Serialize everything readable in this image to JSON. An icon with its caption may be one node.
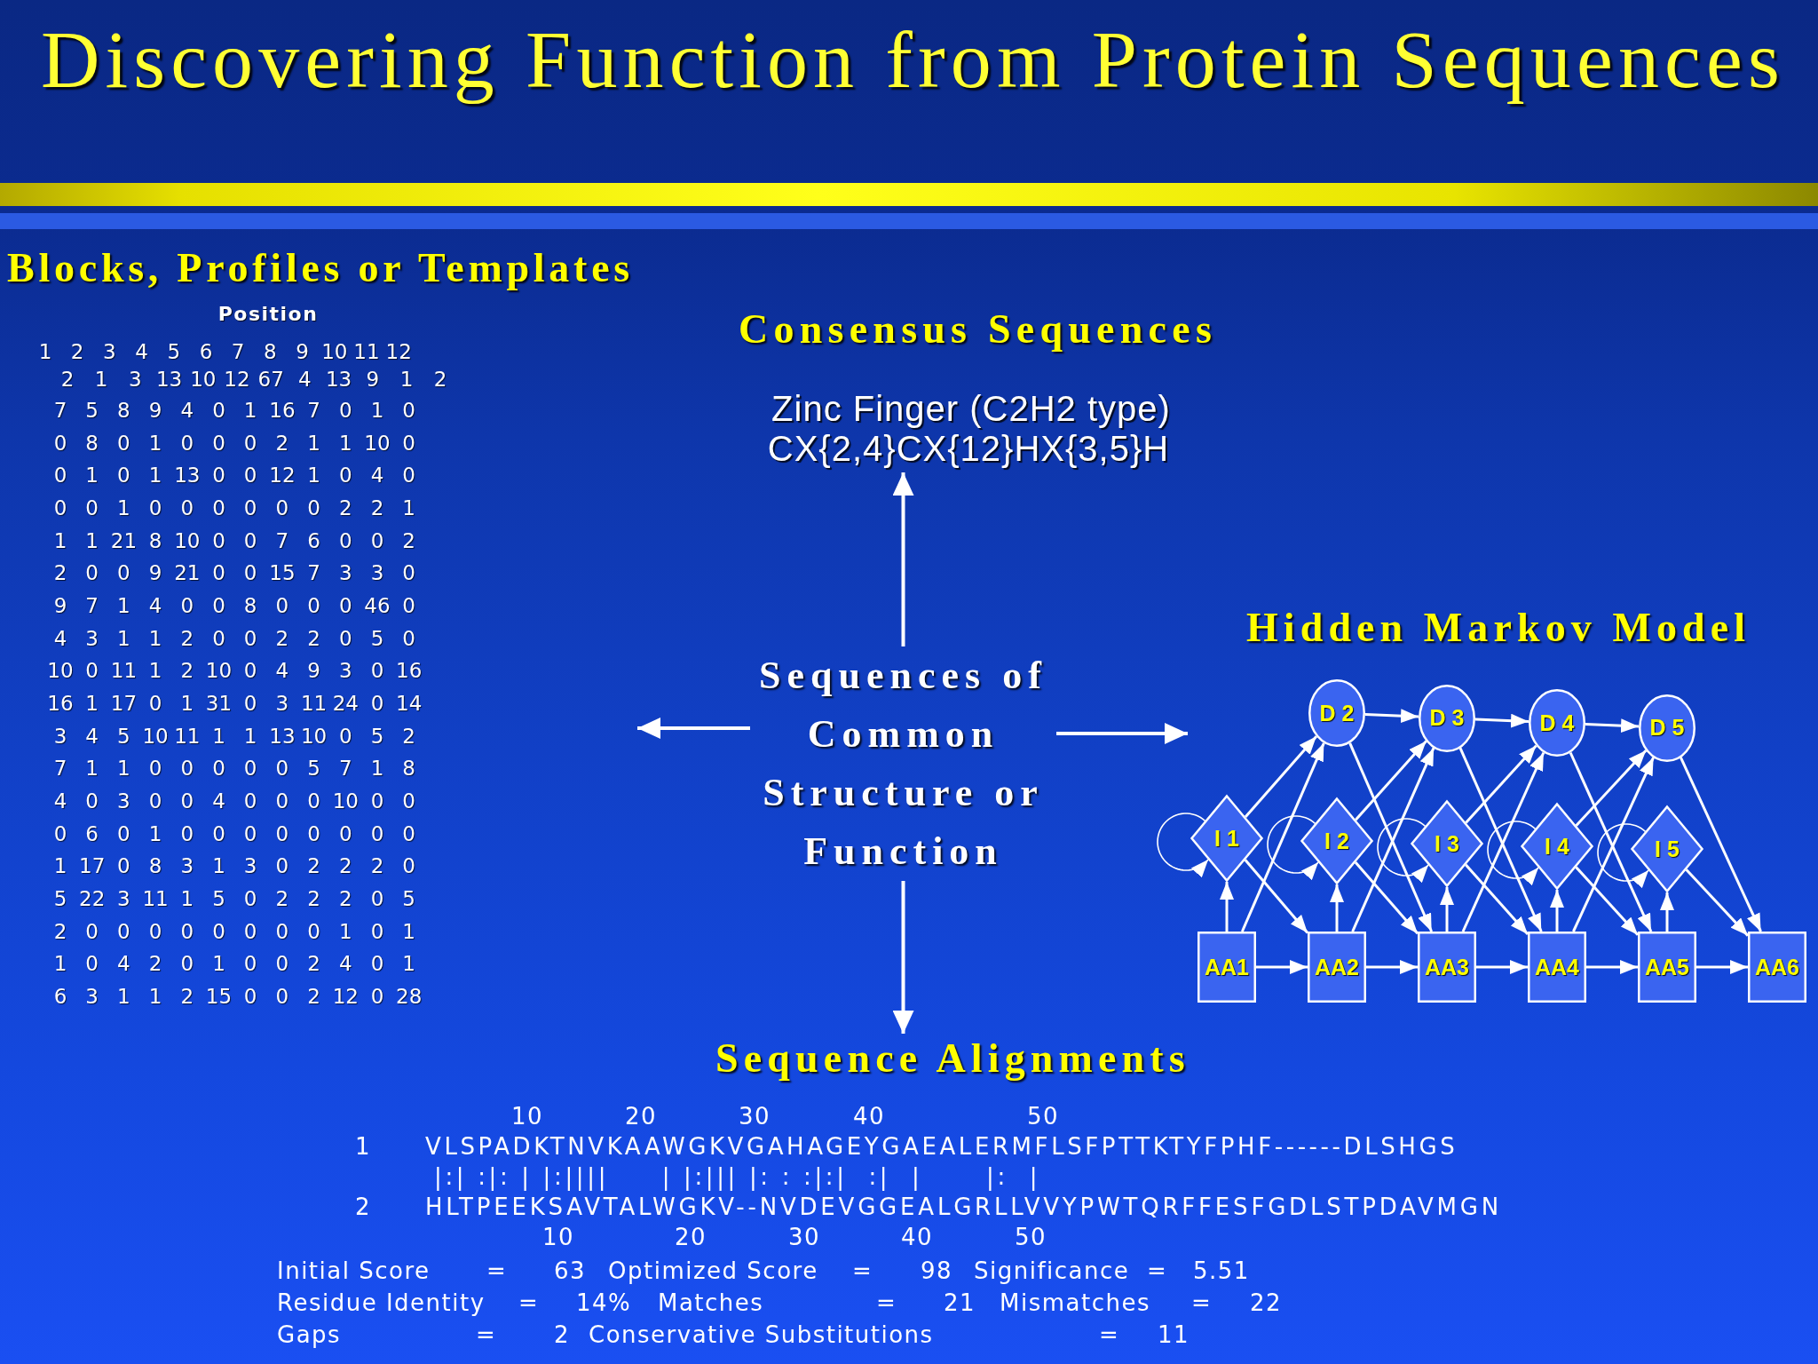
{
  "diagram": {
    "title": "Discovering Function from Protein Sequences",
    "nodes": [
      {
        "text": [
          "Blocks, Profiles or Templates",
          "Position",
          "1",
          "2",
          "3",
          "4",
          "5",
          "6",
          "7",
          "8",
          "9",
          "10",
          "11",
          "12",
          "2",
          "1",
          "3",
          "13",
          "10",
          "12",
          "67",
          "4",
          "13",
          "9",
          "1",
          "2",
          "7",
          "5",
          "8",
          "9",
          "4",
          "0",
          "1",
          "16",
          "7",
          "0",
          "1",
          "0",
          "0",
          "8",
          "0",
          "1",
          "0",
          "0",
          "0",
          "2",
          "1",
          "1",
          "10",
          "0",
          "0",
          "1",
          "0",
          "1",
          "13",
          "0",
          "0",
          "12",
          "1",
          "0",
          "4",
          "0",
          "0",
          "0",
          "1",
          "0",
          "0",
          "0",
          "0",
          "0",
          "0",
          "2",
          "2",
          "1",
          "1",
          "1",
          "21",
          "8",
          "10",
          "0",
          "0",
          "7",
          "6",
          "0",
          "0",
          "2",
          "2",
          "0",
          "0",
          "9",
          "21",
          "0",
          "0",
          "15",
          "7",
          "3",
          "3",
          "0",
          "9",
          "7",
          "1",
          "4",
          "0",
          "0",
          "8",
          "0",
          "0",
          "0",
          "46",
          "0",
          "4",
          "3",
          "1",
          "1",
          "2",
          "0",
          "0",
          "2",
          "2",
          "0",
          "5",
          "0",
          "10",
          "0",
          "11",
          "1",
          "2",
          "10",
          "0",
          "4",
          "9",
          "3",
          "0",
          "16",
          "16",
          "1",
          "17",
          "0",
          "1",
          "31",
          "0",
          "3",
          "11",
          "24",
          "0",
          "14",
          "3",
          "4",
          "5",
          "10",
          "11",
          "1",
          "1",
          "13",
          "10",
          "0",
          "5",
          "2",
          "7",
          "1",
          "1",
          "0",
          "0",
          "0",
          "0",
          "0",
          "5",
          "7",
          "1",
          "8",
          "4",
          "0",
          "3",
          "0",
          "0",
          "4",
          "0",
          "0",
          "0",
          "10",
          "0",
          "0",
          "0",
          "6",
          "0",
          "1",
          "0",
          "0",
          "0",
          "0",
          "0",
          "0",
          "0",
          "0",
          "1",
          "17",
          "0",
          "8",
          "3",
          "1",
          "3",
          "0",
          "2",
          "2",
          "2",
          "0",
          "5",
          "22",
          "3",
          "11",
          "1",
          "5",
          "0",
          "2",
          "2",
          "2",
          "0",
          "5",
          "2",
          "0",
          "0",
          "0",
          "0",
          "0",
          "0",
          "0",
          "0",
          "1",
          "0",
          "1",
          "1",
          "0",
          "4",
          "2",
          "0",
          "1",
          "0",
          "0",
          "2",
          "4",
          "0",
          "1",
          "6",
          "3",
          "1",
          "1",
          "2",
          "15",
          "0",
          "0",
          "2",
          "12",
          "0",
          "28"
        ]
      },
      {
        "text": [
          "Consensus Sequences",
          "Zinc Finger (C2H2 type)",
          "CX{2,4}CX{12}HX{3,5}H"
        ]
      },
      {
        "text": [
          "Sequences of Common Structure or Function"
        ]
      },
      {
        "text": [
          "Hidden Markov Model"
        ]
      },
      {
        "text": [
          "D 2"
        ],
        "in": 3
      },
      {
        "text": [
          "D 3"
        ],
        "in": 3
      },
      {
        "text": [
          "D 4"
        ],
        "in": 3
      },
      {
        "text": [
          "D 5"
        ],
        "in": 3
      },
      {
        "text": [
          "I 1"
        ],
        "in": 3
      },
      {
        "text": [
          "I 2"
        ],
        "in": 3
      },
      {
        "text": [
          "I 3"
        ],
        "in": 3
      },
      {
        "text": [
          "I 4"
        ],
        "in": 3
      },
      {
        "text": [
          "I 5"
        ],
        "in": 3
      },
      {
        "text": [
          "AA1"
        ],
        "in": 3
      },
      {
        "text": [
          "AA2"
        ],
        "in": 3
      },
      {
        "text": [
          "AA3"
        ],
        "in": 3
      },
      {
        "text": [
          "AA4"
        ],
        "in": 3
      },
      {
        "text": [
          "AA5"
        ],
        "in": 3
      },
      {
        "text": [
          "AA6"
        ],
        "in": 3
      },
      {
        "text": [
          "Sequence Alignments",
          "10",
          "20",
          "30",
          "40",
          "50",
          "1",
          "VLSPADKTNVKAAWGKVGAHAGEYGAEALERMFLSFPTTKTYFPHF------DLSHGS",
          "|:| :|: | |:||||     | |:||| |: : :|:|  :|  |      |:  |",
          "2",
          "HLTPEEKSAVTALWGKV--NVDEVGGEALGRLLVVYPWTQRFFESFGDLSTPDAVMGN",
          "10",
          "20",
          "30",
          "40",
          "50",
          "Initial Score",
          "=",
          "63",
          "Optimized Score",
          "=",
          "98",
          "Significance",
          "=",
          "5.51",
          "Residue Identity",
          "=",
          "14%",
          "Matches",
          "=",
          "21",
          "Mismatches",
          "=",
          "22",
          "Gaps",
          "=",
          "2",
          "Conservative Substitutions",
          "=",
          "11"
        ]
      }
    ],
    "edges": [
      {
        "from": 2,
        "to": 1,
        "arrow": "to"
      },
      {
        "from": 2,
        "to": 0,
        "arrow": "to"
      },
      {
        "from": 2,
        "to": 3,
        "arrow": "to"
      },
      {
        "from": 2,
        "to": 19,
        "arrow": "to"
      },
      {
        "from": 13,
        "to": 14,
        "arrow": "to"
      },
      {
        "from": 14,
        "to": 15,
        "arrow": "to"
      },
      {
        "from": 15,
        "to": 16,
        "arrow": "to"
      },
      {
        "from": 16,
        "to": 17,
        "arrow": "to"
      },
      {
        "from": 17,
        "to": 18,
        "arrow": "to"
      },
      {
        "from": 4,
        "to": 5,
        "arrow": "to"
      },
      {
        "from": 5,
        "to": 6,
        "arrow": "to"
      },
      {
        "from": 6,
        "to": 7,
        "arrow": "to"
      },
      {
        "from": 13,
        "to": 8,
        "arrow": "to"
      },
      {
        "from": 14,
        "to": 9,
        "arrow": "to"
      },
      {
        "from": 15,
        "to": 10,
        "arrow": "to"
      },
      {
        "from": 16,
        "to": 11,
        "arrow": "to"
      },
      {
        "from": 17,
        "to": 12,
        "arrow": "to"
      },
      {
        "from": 8,
        "to": 8,
        "arrow": "to"
      },
      {
        "from": 9,
        "to": 9,
        "arrow": "to"
      },
      {
        "from": 10,
        "to": 10,
        "arrow": "to"
      },
      {
        "from": 11,
        "to": 11,
        "arrow": "to"
      },
      {
        "from": 12,
        "to": 12,
        "arrow": "to"
      },
      {
        "from": 8,
        "to": 4,
        "arrow": "to"
      },
      {
        "from": 9,
        "to": 5,
        "arrow": "to"
      },
      {
        "from": 10,
        "to": 6,
        "arrow": "to"
      },
      {
        "from": 11,
        "to": 7,
        "arrow": "to"
      },
      {
        "from": 13,
        "to": 4,
        "arrow": "to"
      },
      {
        "from": 14,
        "to": 5,
        "arrow": "to"
      },
      {
        "from": 15,
        "to": 6,
        "arrow": "to"
      },
      {
        "from": 16,
        "to": 7,
        "arrow": "to"
      },
      {
        "from": 8,
        "to": 14,
        "arrow": "to"
      },
      {
        "from": 9,
        "to": 15,
        "arrow": "to"
      },
      {
        "from": 10,
        "to": 16,
        "arrow": "to"
      },
      {
        "from": 11,
        "to": 17,
        "arrow": "to"
      },
      {
        "from": 12,
        "to": 18,
        "arrow": "to"
      },
      {
        "from": 4,
        "to": 15,
        "arrow": "to"
      },
      {
        "from": 5,
        "to": 16,
        "arrow": "to"
      },
      {
        "from": 6,
        "to": 17,
        "arrow": "to"
      },
      {
        "from": 7,
        "to": 18,
        "arrow": "to"
      }
    ]
  }
}
